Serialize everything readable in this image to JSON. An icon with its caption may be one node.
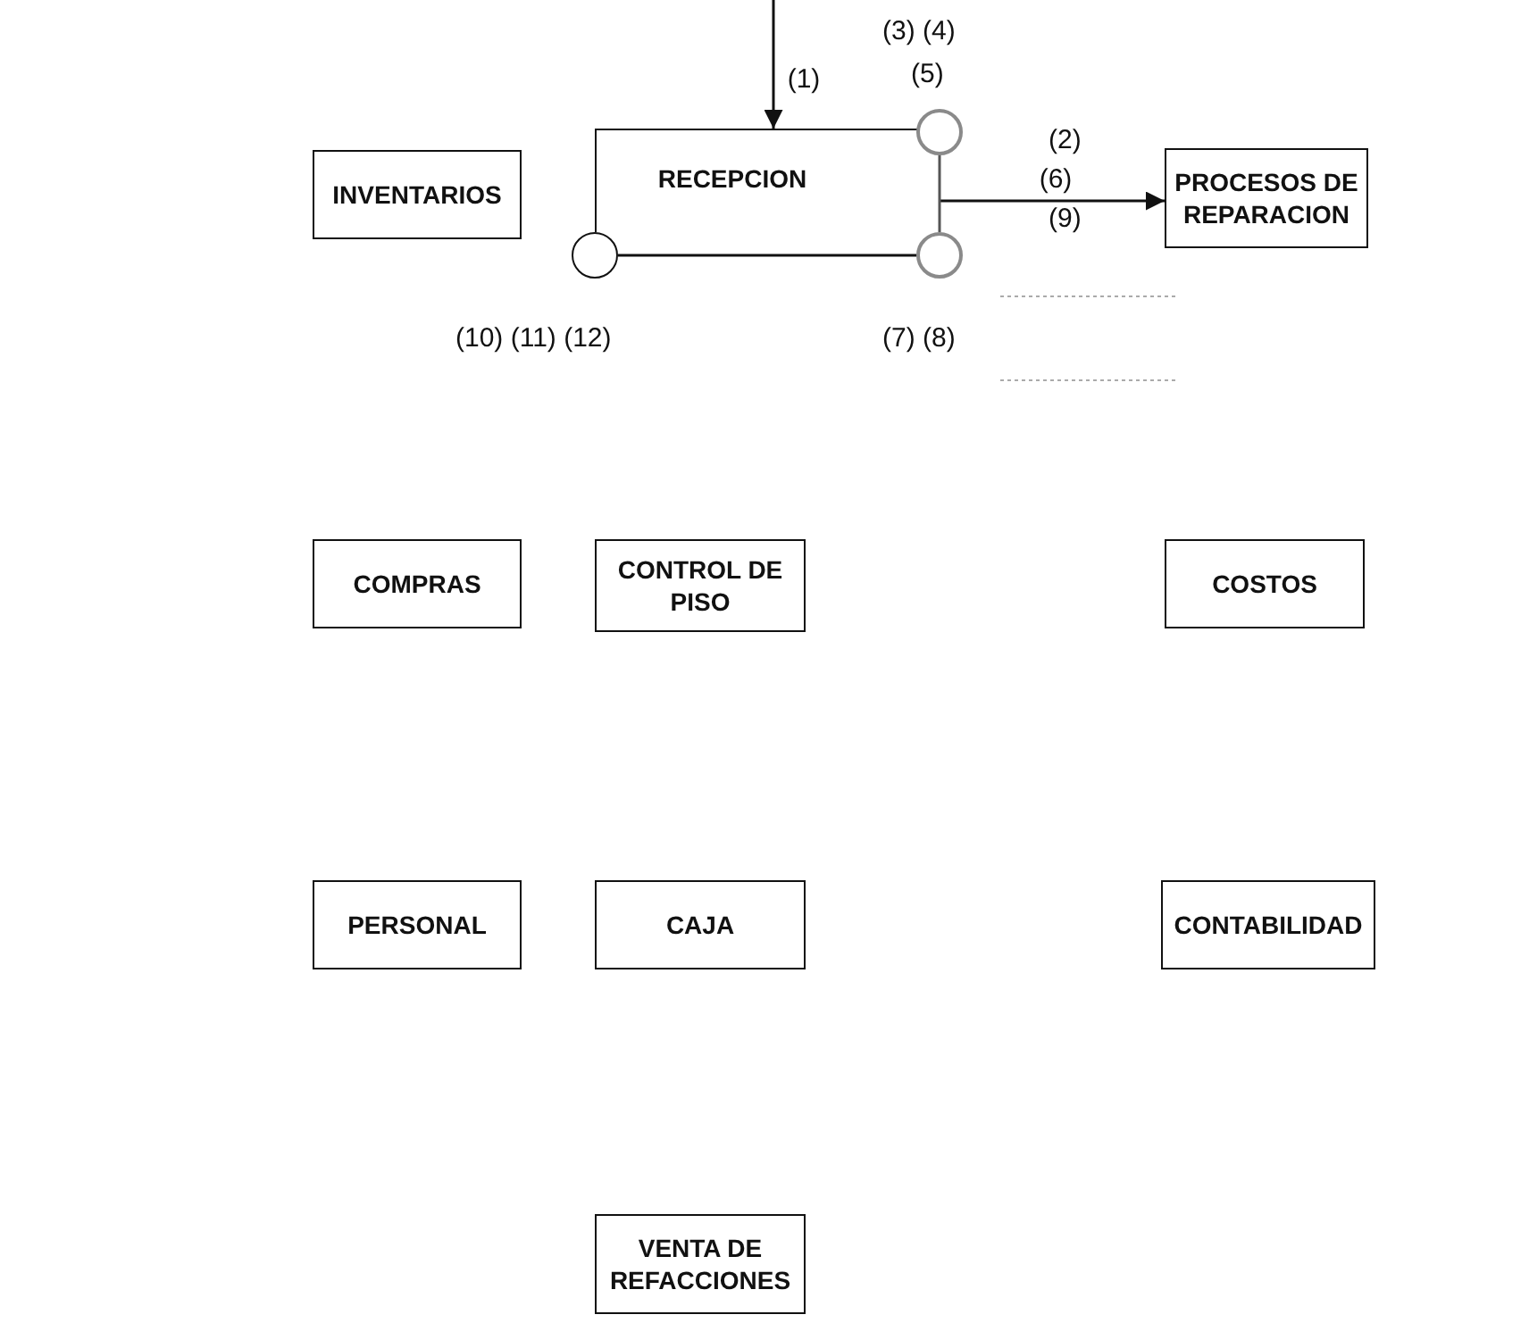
{
  "diagram": {
    "nodes": [
      {
        "text": [
          "INVENTARIOS"
        ]
      },
      {
        "text": [
          "RECEPCION"
        ]
      },
      {
        "text": [
          "PROCESOS DE REPARACION"
        ]
      },
      {
        "text": [],
        "shape": "circle",
        "beside": [
          "(3) (4)",
          "(5)"
        ]
      },
      {
        "text": [],
        "shape": "circle",
        "beside": [
          "(7) (8)"
        ]
      },
      {
        "text": [],
        "shape": "circle",
        "beside": [
          "(10) (11) (12)"
        ]
      },
      {
        "text": [
          "COMPRAS"
        ]
      },
      {
        "text": [
          "CONTROL DE PISO"
        ]
      },
      {
        "text": [
          "COSTOS"
        ]
      },
      {
        "text": [
          "PERSONAL"
        ]
      },
      {
        "text": [
          "CAJA"
        ]
      },
      {
        "text": [
          "CONTABILIDAD"
        ]
      },
      {
        "text": [
          "VENTA DE REFACCIONES"
        ]
      }
    ],
    "edges": [
      {
        "from": null,
        "to": 1,
        "arrow": "to",
        "label": "(1)"
      },
      {
        "from": 1,
        "to": 2,
        "arrow": "to",
        "label": "(6)"
      },
      {
        "from": 3,
        "to": 4,
        "arrow": "none"
      },
      {
        "from": 5,
        "to": 4,
        "arrow": "none"
      }
    ],
    "labels": [
      "(2)",
      "(9)"
    ]
  }
}
